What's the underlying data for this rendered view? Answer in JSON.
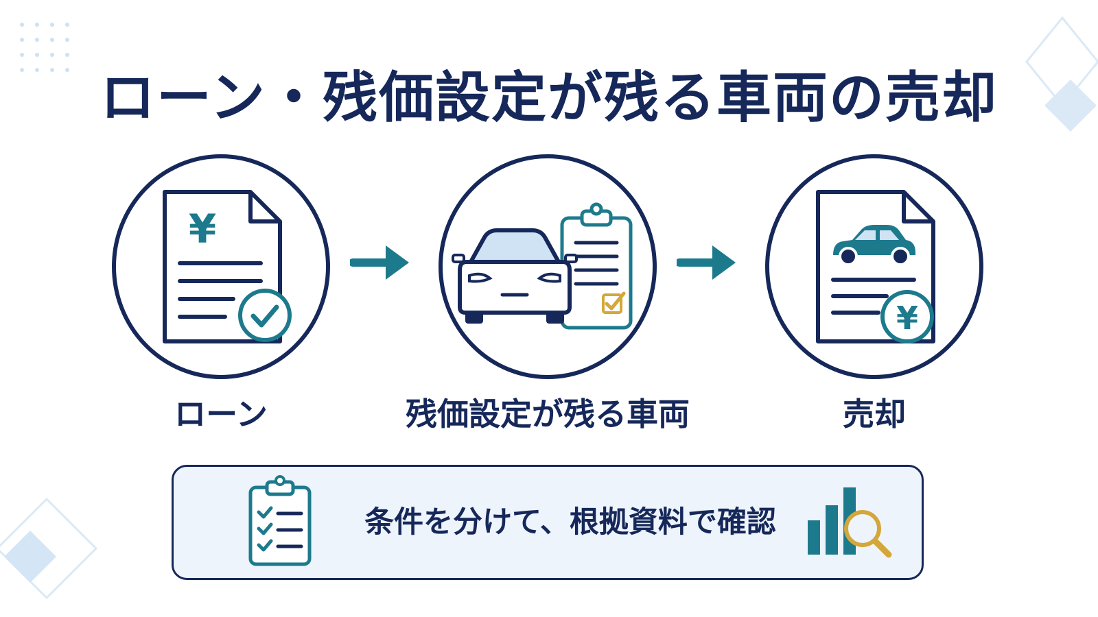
{
  "title": "ローン・残価設定が残る車両の売却",
  "steps": [
    {
      "label": "ローン",
      "icon": "loan-document-icon"
    },
    {
      "label": "残価設定が残る車両",
      "icon": "car-clipboard-icon"
    },
    {
      "label": "売却",
      "icon": "sale-document-icon"
    }
  ],
  "banner": {
    "text": "条件を分けて、根拠資料で確認",
    "left_icon": "checklist-clipboard-icon",
    "right_icon": "bar-chart-magnifier-icon"
  },
  "colors": {
    "navy": "#16285a",
    "teal": "#1d7a8c",
    "gold": "#d4a73a",
    "light_blue": "#d7e8f7",
    "banner_bg": "#eef4fb"
  }
}
